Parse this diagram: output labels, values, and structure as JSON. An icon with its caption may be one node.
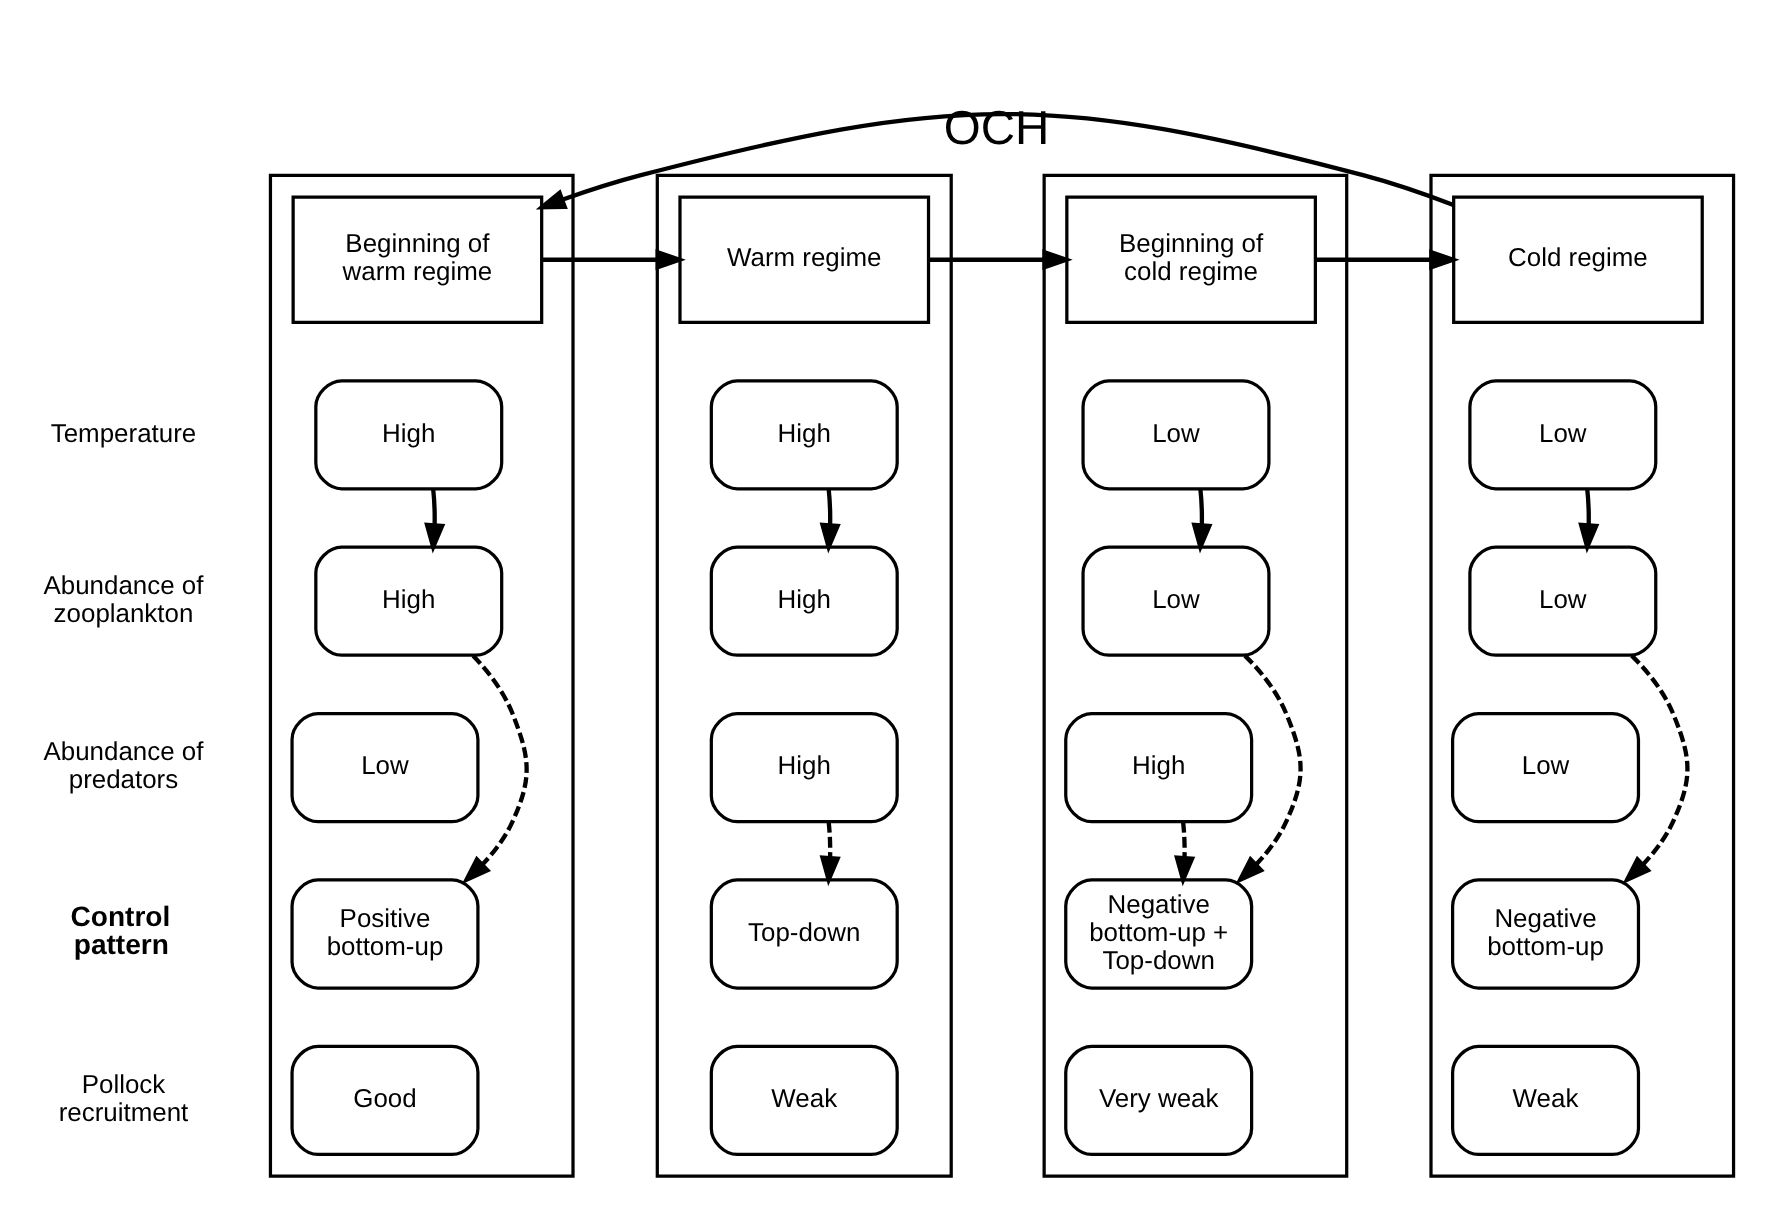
{
  "diagram": {
    "nodes": [
      {
        "text": [],
        "shape": "box"
      },
      {
        "text": [
          "Beginning of warm regime"
        ],
        "in": 0
      },
      {
        "text": [
          "High"
        ],
        "in": 0
      },
      {
        "text": [
          "High"
        ],
        "in": 0
      },
      {
        "text": [
          "Low"
        ],
        "in": 0
      },
      {
        "text": [
          "Positive bottom-up"
        ],
        "in": 0
      },
      {
        "text": [
          "Good"
        ],
        "in": 0
      },
      {
        "text": [],
        "shape": "box"
      },
      {
        "text": [
          "Warm regime"
        ],
        "in": 7
      },
      {
        "text": [
          "High"
        ],
        "in": 7
      },
      {
        "text": [
          "High"
        ],
        "in": 7
      },
      {
        "text": [
          "High"
        ],
        "in": 7
      },
      {
        "text": [
          "Top-down"
        ],
        "in": 7
      },
      {
        "text": [
          "Weak"
        ],
        "in": 7
      },
      {
        "text": [],
        "shape": "box"
      },
      {
        "text": [
          "Beginning of cold regime"
        ],
        "in": 14
      },
      {
        "text": [
          "Low"
        ],
        "in": 14
      },
      {
        "text": [
          "Low"
        ],
        "in": 14
      },
      {
        "text": [
          "High"
        ],
        "in": 14
      },
      {
        "text": [
          "Negative bottom-up + Top-down"
        ],
        "in": 14
      },
      {
        "text": [
          "Very weak"
        ],
        "in": 14
      },
      {
        "text": [],
        "shape": "box"
      },
      {
        "text": [
          "Cold regime"
        ],
        "in": 21
      },
      {
        "text": [
          "Low"
        ],
        "in": 21
      },
      {
        "text": [
          "Low"
        ],
        "in": 21
      },
      {
        "text": [
          "Low"
        ],
        "in": 21
      },
      {
        "text": [
          "Negative bottom-up"
        ],
        "in": 21
      },
      {
        "text": [
          "Weak"
        ],
        "in": 21
      }
    ],
    "edges": [
      {
        "from": 1,
        "to": 8,
        "arrow": "to"
      },
      {
        "from": 8,
        "to": 15,
        "arrow": "to"
      },
      {
        "from": 15,
        "to": 22,
        "arrow": "to"
      },
      {
        "from": 22,
        "to": 1,
        "arrow": "to",
        "label": "OCH"
      },
      {
        "from": 2,
        "to": 3,
        "arrow": "to"
      },
      {
        "from": 9,
        "to": 10,
        "arrow": "to"
      },
      {
        "from": 16,
        "to": 17,
        "arrow": "to"
      },
      {
        "from": 23,
        "to": 24,
        "arrow": "to"
      },
      {
        "from": 3,
        "to": 5,
        "arrow": "to",
        "style": "dashed"
      },
      {
        "from": 11,
        "to": 12,
        "arrow": "to",
        "style": "dashed"
      },
      {
        "from": 17,
        "to": 19,
        "arrow": "to",
        "style": "dashed"
      },
      {
        "from": 18,
        "to": 19,
        "arrow": "to",
        "style": "dashed"
      },
      {
        "from": 24,
        "to": 26,
        "arrow": "to",
        "style": "dashed"
      }
    ],
    "labels": [
      "Temperature",
      "Abundance of zooplankton",
      "Abundance of predators",
      "Control pattern",
      "Pollock recruitment"
    ]
  }
}
